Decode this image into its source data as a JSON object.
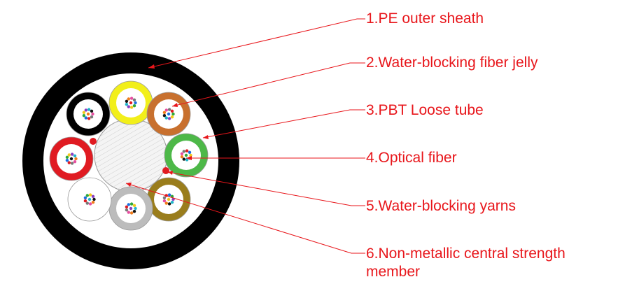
{
  "colors": {
    "label_text": "#e8161b",
    "leader_line": "#e8161b",
    "sheath": "#000000",
    "central_member": "#f4f4f4"
  },
  "labels": [
    {
      "id": "pe-outer-sheath",
      "text": "1.PE outer sheath"
    },
    {
      "id": "water-blocking-fiber-jelly",
      "text": "2.Water-blocking fiber jelly"
    },
    {
      "id": "pbt-loose-tube",
      "text": "3.PBT Loose tube"
    },
    {
      "id": "optical-fiber",
      "text": "4.Optical fiber"
    },
    {
      "id": "water-blocking-yarns",
      "text": "5.Water-blocking yarns"
    },
    {
      "id": "central-strength-member",
      "line1": "6.Non-metallic central strength",
      "line2": "member"
    }
  ],
  "tubes": [
    {
      "color_name": "yellow",
      "color": "#f2ef1a"
    },
    {
      "color_name": "brown",
      "color": "#c8702e"
    },
    {
      "color_name": "green",
      "color": "#4db848"
    },
    {
      "color_name": "olive",
      "color": "#9a7d1c"
    },
    {
      "color_name": "grey",
      "color": "#bcbcbc"
    },
    {
      "color_name": "white",
      "color": "#ffffff"
    },
    {
      "color_name": "red",
      "color": "#e01b22"
    },
    {
      "color_name": "black",
      "color": "#000000"
    }
  ]
}
